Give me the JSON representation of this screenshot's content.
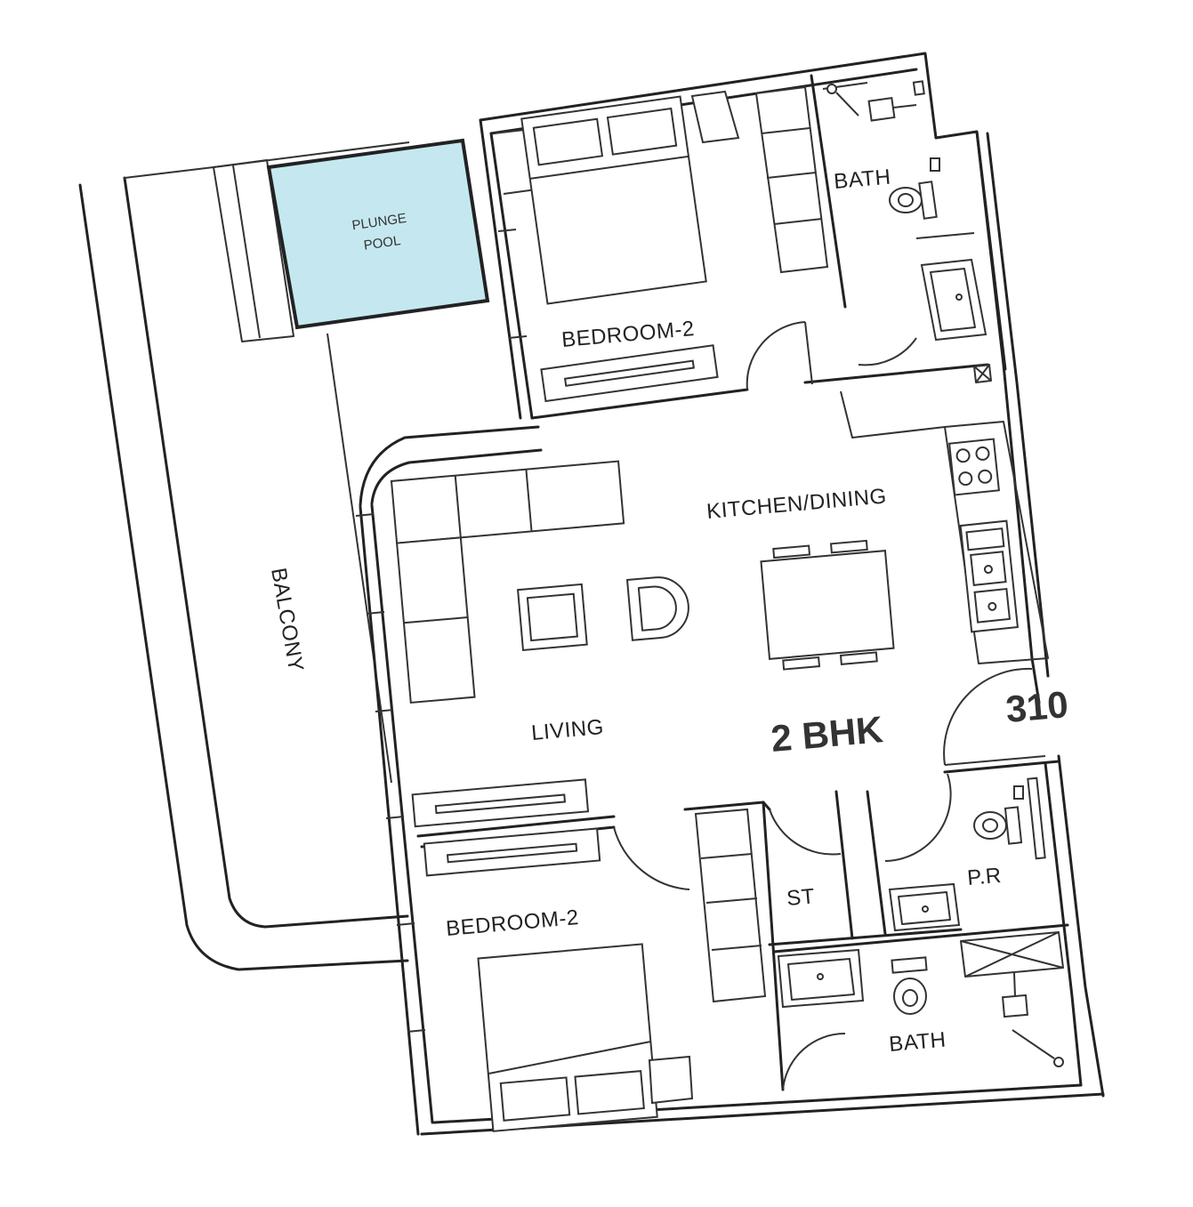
{
  "plan": {
    "unit_type": "2 BHK",
    "unit_number": "310",
    "pool_color": "#c5e8f0",
    "rooms": {
      "plunge_pool_line1": "PLUNGE",
      "plunge_pool_line2": "POOL",
      "bedroom_top": "BEDROOM-2",
      "bath_top": "BATH",
      "kitchen_dining": "KITCHEN/DINING",
      "balcony": "BALCONY",
      "living": "LIVING",
      "bedroom_bottom": "BEDROOM-2",
      "store": "ST",
      "powder_room": "P.R",
      "bath_bottom": "BATH"
    }
  }
}
